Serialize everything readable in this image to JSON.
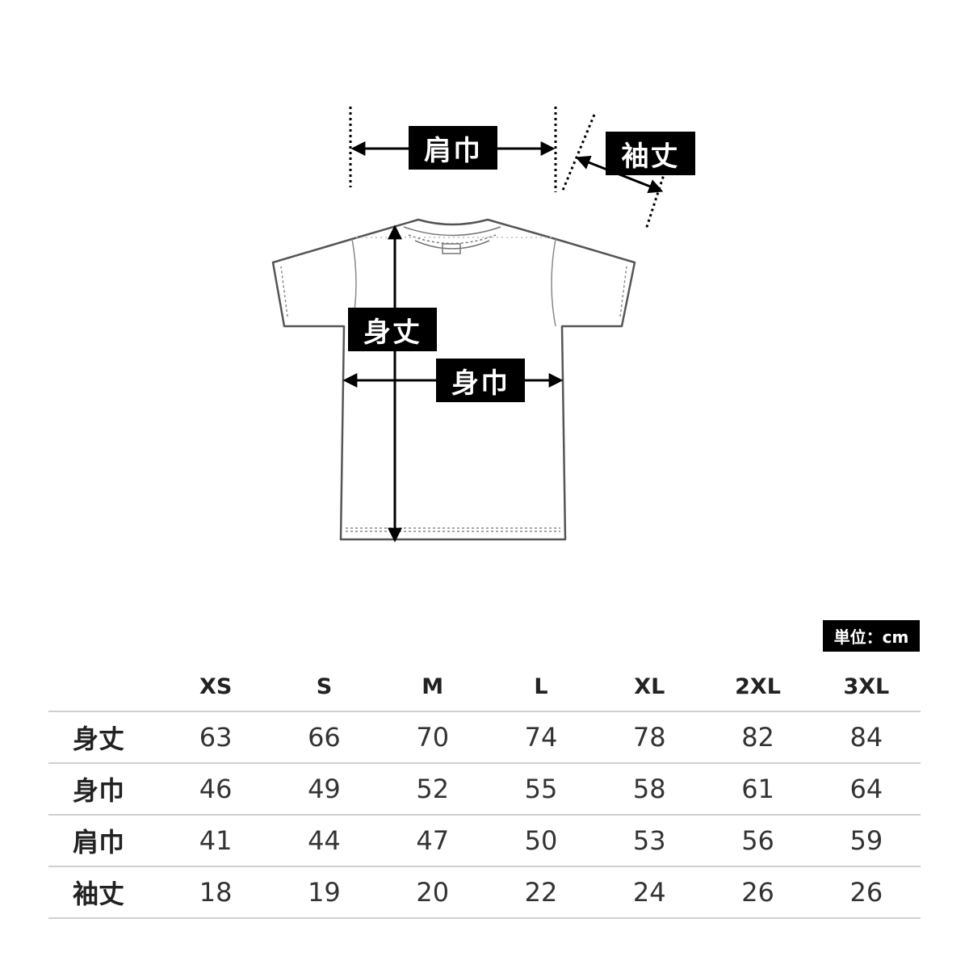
{
  "diagram": {
    "labels": {
      "shoulder_width": "肩巾",
      "sleeve_length": "袖丈",
      "body_length": "身丈",
      "body_width": "身巾"
    }
  },
  "unit_label": "単位：cm",
  "table": {
    "sizes": [
      "XS",
      "S",
      "M",
      "L",
      "XL",
      "2XL",
      "3XL"
    ],
    "rows": [
      {
        "label": "身丈",
        "values": [
          "63",
          "66",
          "70",
          "74",
          "78",
          "82",
          "84"
        ]
      },
      {
        "label": "身巾",
        "values": [
          "46",
          "49",
          "52",
          "55",
          "58",
          "61",
          "64"
        ]
      },
      {
        "label": "肩巾",
        "values": [
          "41",
          "44",
          "47",
          "50",
          "53",
          "56",
          "59"
        ]
      },
      {
        "label": "袖丈",
        "values": [
          "18",
          "19",
          "20",
          "22",
          "24",
          "26",
          "26"
        ]
      }
    ]
  },
  "colors": {
    "outline": "#555555",
    "arrow": "#000000",
    "tag_background": "#000000",
    "table_rule": "#cfcfcf"
  }
}
